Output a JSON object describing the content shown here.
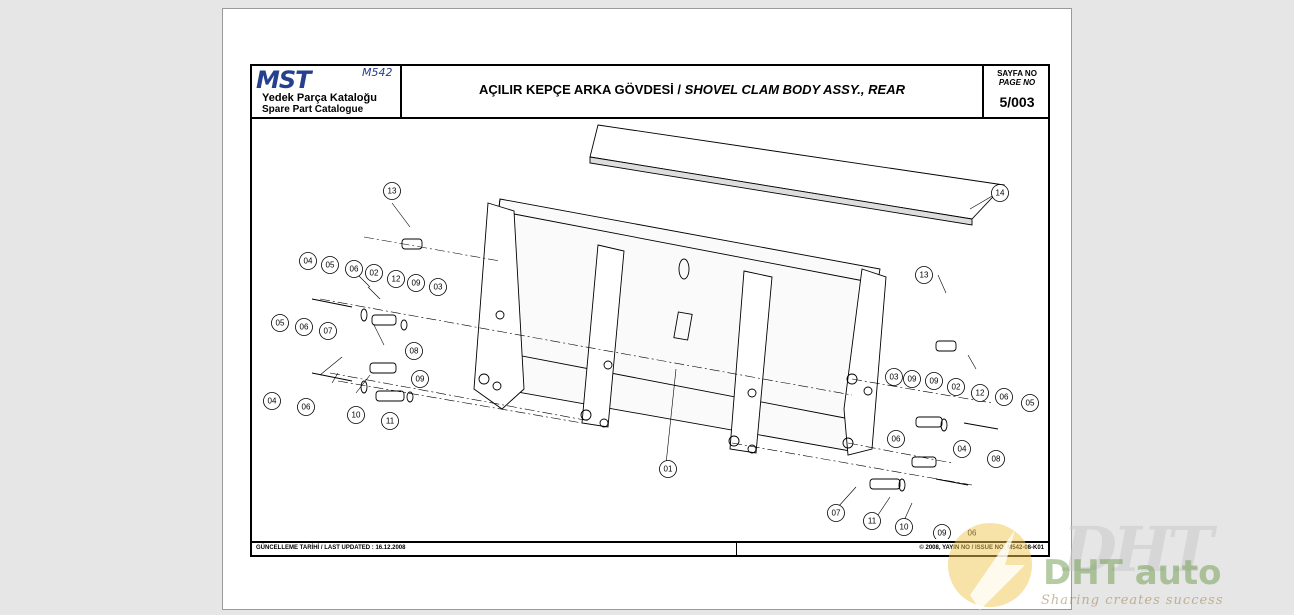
{
  "header": {
    "logo_brand": "MST",
    "logo_model": "M542",
    "logo_tr": "Yedek Parça Kataloğu",
    "logo_en": "Spare Part Catalogue",
    "title_tr": "AÇILIR KEPÇE ARKA GÖVDESİ /",
    "title_en": "SHOVEL CLAM BODY ASSY., REAR",
    "page_label_tr": "SAYFA NO",
    "page_label_en": "PAGE NO",
    "page_number": "5/003"
  },
  "footer": {
    "last_updated": "GÜNCELLEME TARİHİ  / LAST UPDATED : 16.12.2008",
    "issue": "© 2008, YAYIN NO / ISSUE NO: M542-08-K01"
  },
  "callouts": [
    "13",
    "06",
    "02",
    "12",
    "09",
    "04",
    "05",
    "03",
    "05",
    "06",
    "07",
    "08",
    "09",
    "04",
    "06",
    "10",
    "11",
    "14",
    "13",
    "09",
    "12",
    "06",
    "03",
    "09",
    "02",
    "05",
    "04",
    "08",
    "06",
    "07",
    "11",
    "10",
    "09",
    "06",
    "01"
  ],
  "watermark": {
    "brand": "DHT",
    "brand2": "DHT auto",
    "tagline": "Sharing creates success"
  },
  "colors": {
    "page_bg": "#e6e6e6",
    "paper": "#ffffff",
    "logo_blue": "#24408e"
  }
}
